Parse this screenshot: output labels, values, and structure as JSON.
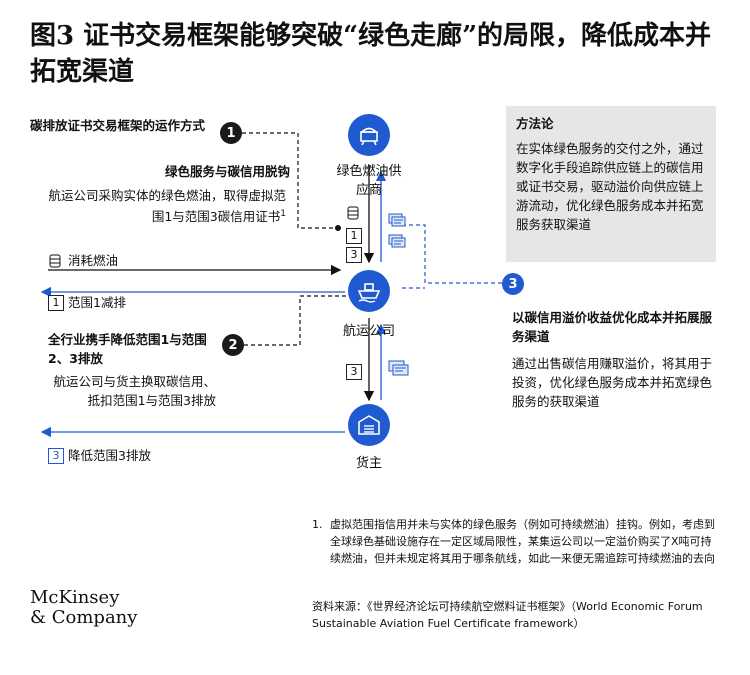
{
  "title": "图3 证书交易框架能够突破“绿色走廊”的局限，降低成本并拓宽渠道",
  "section1": {
    "number": "1",
    "heading": "碳排放证书交易框架的运作方式",
    "subheading": "绿色服务与碳信用脱钩",
    "body": "航运公司采购实体的绿色燃油，取得虚拟范围1与范围3碳信用证书",
    "footnote_mark": "1"
  },
  "fuel_row": {
    "label": "消耗燃油"
  },
  "scope1_row": {
    "number": "1",
    "label": "范围1减排"
  },
  "section2": {
    "number": "2",
    "heading": "全行业携手降低范围1与范围2、3排放",
    "body": "航运公司与货主换取碳信用、抵扣范围1与范围3排放"
  },
  "scope3_row": {
    "number": "3",
    "label": "降低范围3排放"
  },
  "nodes": {
    "supplier": "绿色燃油供应商",
    "shipping": "航运公司",
    "shipper": "货主"
  },
  "flow_boxes": {
    "top_a": "1",
    "top_b": "3",
    "bottom": "3"
  },
  "methodology": {
    "heading": "方法论",
    "body": "在实体绿色服务的交付之外，通过数字化手段追踪供应链上的碳信用或证书交易，驱动溢价向供应链上游流动，优化绿色服务成本并拓宽服务获取渠道"
  },
  "section3": {
    "number": "3",
    "heading": "以碳信用溢价收益优化成本并拓展服务渠道",
    "body": "通过出售碳信用赚取溢价，将其用于投资，优化绿色服务成本并拓宽绿色服务的获取渠道"
  },
  "footnote": {
    "number": "1.",
    "text": "虚拟范围指信用并未与实体的绿色服务（例如可持续燃油）挂钩。例如，考虑到全球绿色基础设施存在一定区域局限性，某集运公司以一定溢价购买了X吨可持续燃油，但并未规定将其用于哪条航线，如此一来便无需追踪可持续燃油的去向"
  },
  "source": "资料来源：《世界经济论坛可持续航空燃料证书框架》（World Economic Forum Sustainable Aviation Fuel Certificate framework）",
  "logo": {
    "line1": "McKinsey",
    "line2": "& Company"
  },
  "colors": {
    "accent": "#1f5ad1",
    "panel": "#e6e6e6",
    "text": "#111111"
  },
  "icons": [
    "refinery-icon",
    "ship-icon",
    "warehouse-icon",
    "fuel-drum-icon",
    "certificate-icon"
  ]
}
